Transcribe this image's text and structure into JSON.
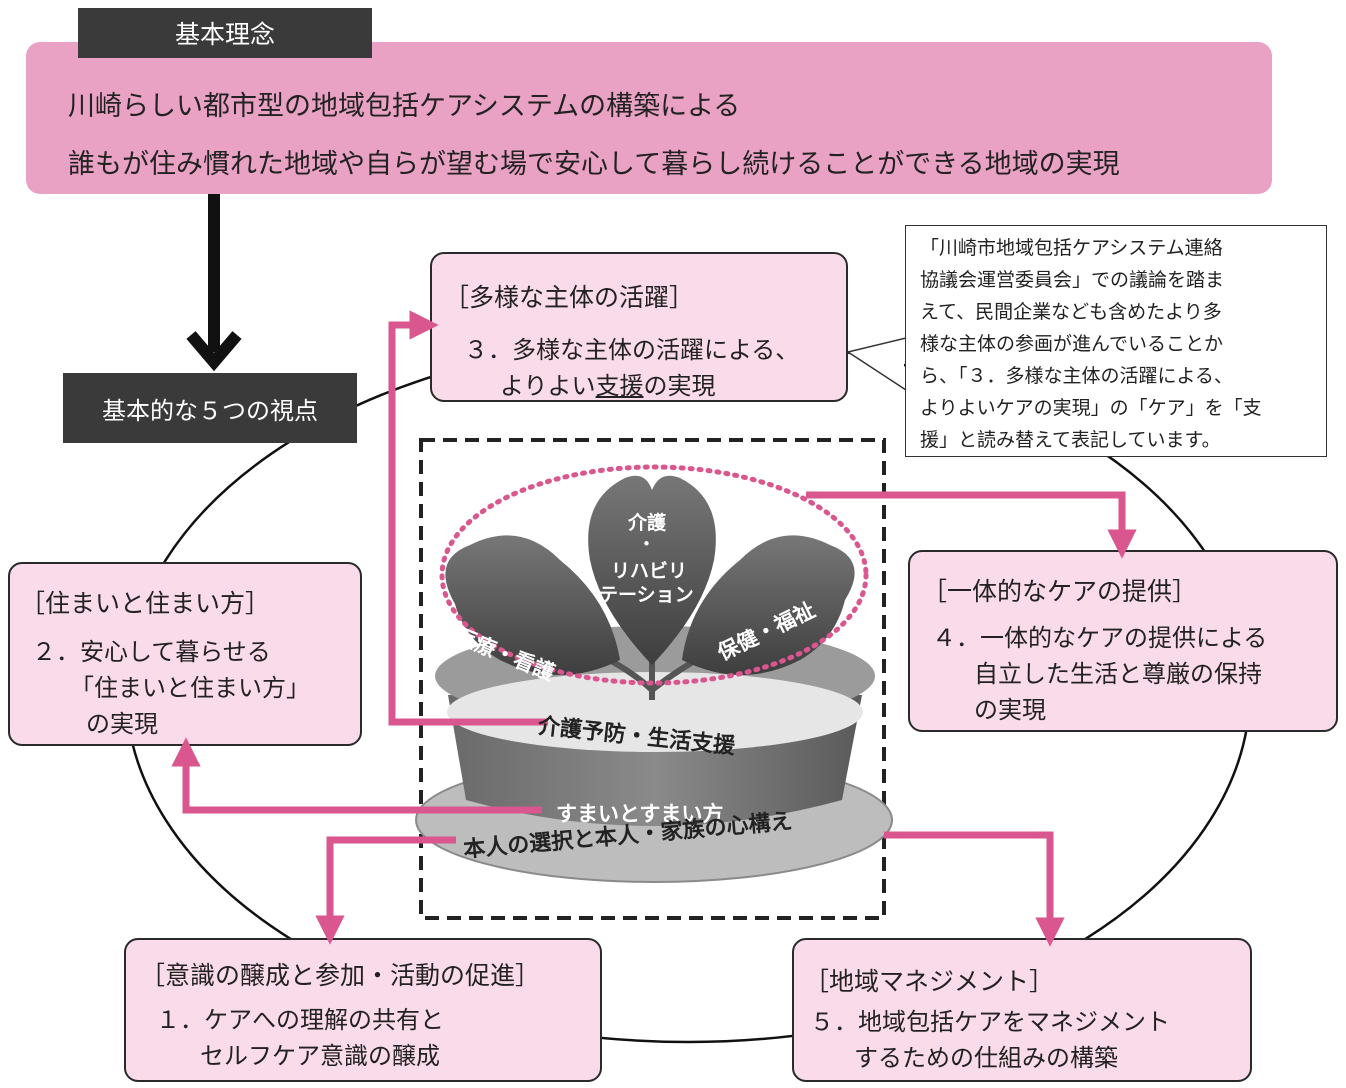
{
  "header": {
    "tab_label": "基本理念",
    "line1": "川崎らしい都市型の地域包括ケアシステムの構築による",
    "line2": "誰もが住み慣れた地域や自らが望む場で安心して暮らし続けることができる地域の実現"
  },
  "viewpoints_label": "基本的な５つの視点",
  "boxes": {
    "actors": {
      "heading": "［多様な主体の活躍］",
      "line1": "３．多様な主体の活躍による、",
      "line2_a": "よりよい",
      "line2_u": "支援",
      "line2_b": "の実現"
    },
    "housing": {
      "heading": "［住まいと住まい方］",
      "line1": "２．安心して暮らせる",
      "line2": "「住まいと住まい方」",
      "line3": "の実現"
    },
    "integrated": {
      "heading": "［一体的なケアの提供］",
      "line1": "４．一体的なケアの提供による",
      "line2": "自立した生活と尊厳の保持",
      "line3": "の実現"
    },
    "awareness": {
      "heading": "［意識の醸成と参加・活動の促進］",
      "line1": "１．ケアへの理解の共有と",
      "line2": "セルフケア意識の醸成"
    },
    "management": {
      "heading": "［地域マネジメント］",
      "line1": "５．地域包括ケアをマネジメント",
      "line2": "するための仕組みの構築"
    }
  },
  "note": {
    "lines": [
      "「川崎市地域包括ケアシステム連絡",
      "協議会運営委員会」での議論を踏ま",
      "えて、民間企業なども含めたより多",
      "様な主体の参画が進んでいることか",
      "ら、「３．多様な主体の活躍による、",
      "よりよいケアの実現」の「ケア」を「支",
      "援」と読み替えて表記しています。"
    ]
  },
  "plant": {
    "leaf_top_1": "介護",
    "leaf_top_dot": "・",
    "leaf_top_2": "リハビリ",
    "leaf_top_3": "テーション",
    "leaf_left": "医療・看護",
    "leaf_right": "保健・福祉",
    "soil": "介護予防・生活支援",
    "pot": "すまいとすまい方",
    "saucer": "本人の選択と本人・家族の心構え"
  },
  "colors": {
    "banner": "#e9a2c4",
    "box_fill": "#fadbe9",
    "arrow": "#d9568e",
    "dark": "#3a3a3a"
  }
}
